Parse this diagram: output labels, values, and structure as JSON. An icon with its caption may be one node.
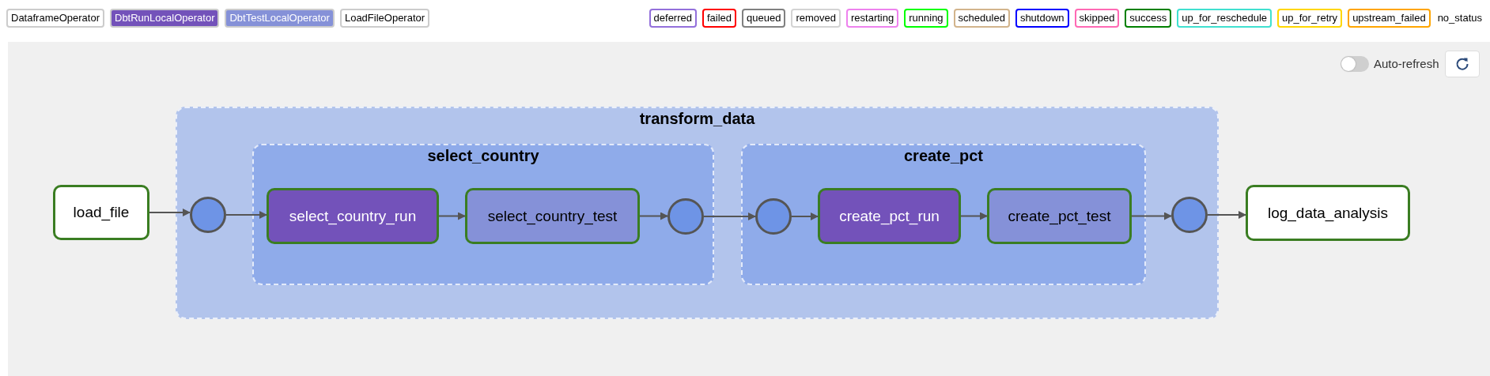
{
  "diagram": {
    "nodes": [
      {
        "text": [
          "load_file"
        ]
      },
      {
        "text": [
          "transform_data"
        ]
      },
      {
        "text": [],
        "shape": "circle",
        "in": 1
      },
      {
        "text": [
          "select_country"
        ],
        "in": 1
      },
      {
        "text": [
          "select_country_run"
        ],
        "in": 3
      },
      {
        "text": [
          "select_country_test"
        ],
        "in": 3
      },
      {
        "text": [],
        "shape": "circle",
        "in": 3
      },
      {
        "text": [
          "create_pct"
        ],
        "in": 1
      },
      {
        "text": [],
        "shape": "circle",
        "in": 7
      },
      {
        "text": [
          "create_pct_run"
        ],
        "in": 7
      },
      {
        "text": [
          "create_pct_test"
        ],
        "in": 7
      },
      {
        "text": [],
        "shape": "circle",
        "in": 1
      },
      {
        "text": [
          "log_data_analysis"
        ]
      }
    ],
    "edges": [
      {
        "from": 0,
        "to": 2,
        "arrow": "to"
      },
      {
        "from": 2,
        "to": 4,
        "arrow": "to"
      },
      {
        "from": 4,
        "to": 5,
        "arrow": "to"
      },
      {
        "from": 5,
        "to": 6,
        "arrow": "to"
      },
      {
        "from": 6,
        "to": 8,
        "arrow": "to"
      },
      {
        "from": 8,
        "to": 9,
        "arrow": "to"
      },
      {
        "from": 9,
        "to": 10,
        "arrow": "to"
      },
      {
        "from": 10,
        "to": 11,
        "arrow": "to"
      },
      {
        "from": 11,
        "to": 12,
        "arrow": "to"
      }
    ],
    "labels": [
      "Auto-refresh"
    ],
    "legend": [
      {
        "text": "DataframeOperator",
        "color": "#ffffff"
      },
      {
        "text": "DbtRunLocalOperator",
        "color": "#7352ba"
      },
      {
        "text": "DbtTestLocalOperator",
        "color": "#8591d8"
      },
      {
        "text": "LoadFileOperator",
        "color": "#ffffff"
      },
      {
        "text": "deferred",
        "color": "#9370db"
      },
      {
        "text": "failed",
        "color": "#ff0000"
      },
      {
        "text": "queued",
        "color": "#808080"
      },
      {
        "text": "removed",
        "color": "#d3d3d3"
      },
      {
        "text": "restarting",
        "color": "#ee82ee"
      },
      {
        "text": "running",
        "color": "#00ff00"
      },
      {
        "text": "scheduled",
        "color": "#d2b48c"
      },
      {
        "text": "shutdown",
        "color": "#0000ff"
      },
      {
        "text": "skipped",
        "color": "#ff69b4"
      },
      {
        "text": "success",
        "color": "#008000"
      },
      {
        "text": "up_for_reschedule",
        "color": "#40e0d0"
      },
      {
        "text": "up_for_retry",
        "color": "#ffd700"
      },
      {
        "text": "upstream_failed",
        "color": "#ffa500"
      },
      {
        "text": "no_status"
      }
    ]
  }
}
